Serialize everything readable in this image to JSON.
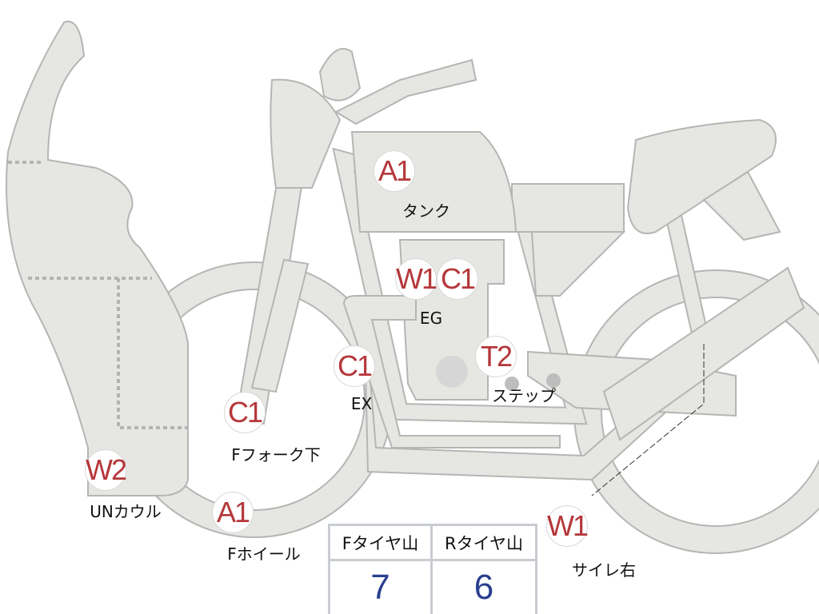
{
  "markers": [
    {
      "code": "A1",
      "label": "タンク"
    },
    {
      "code": "W1",
      "label": "EG"
    },
    {
      "code": "C1"
    },
    {
      "code": "T2",
      "label": "ステップ"
    },
    {
      "code": "C1",
      "label": "EX"
    },
    {
      "code": "C1",
      "label": "Fフォーク下"
    },
    {
      "code": "W2",
      "label": "UNカウル"
    },
    {
      "code": "A1",
      "label": "Fホイール"
    },
    {
      "code": "W1",
      "label": "サイレ右"
    }
  ],
  "tread_table": {
    "front_header": "Fタイヤ山",
    "rear_header": "Rタイヤ山",
    "front_value": "7",
    "rear_value": "6"
  },
  "colors": {
    "body": "#e6e6e3",
    "outline": "#b8b8b8",
    "code": "#b5373a",
    "value": "#2a3f8f"
  }
}
